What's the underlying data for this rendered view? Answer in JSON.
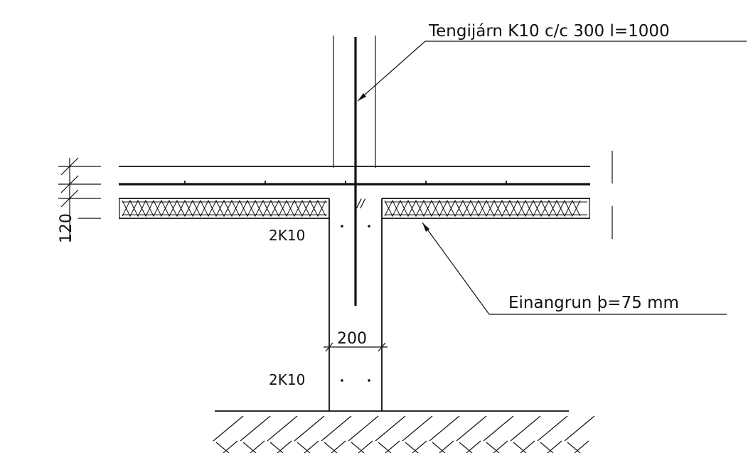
{
  "labels": {
    "rebar": "Tengijárn K10 c/c 300 l=1000",
    "insulation": "Einangrun þ=75 mm",
    "rebar_upper": "2K10",
    "rebar_lower": "2K10",
    "dim_thickness": "120",
    "dim_width": "200",
    "joint_mark": "//"
  },
  "colors": {
    "line": "#111111",
    "background": "#ffffff"
  }
}
